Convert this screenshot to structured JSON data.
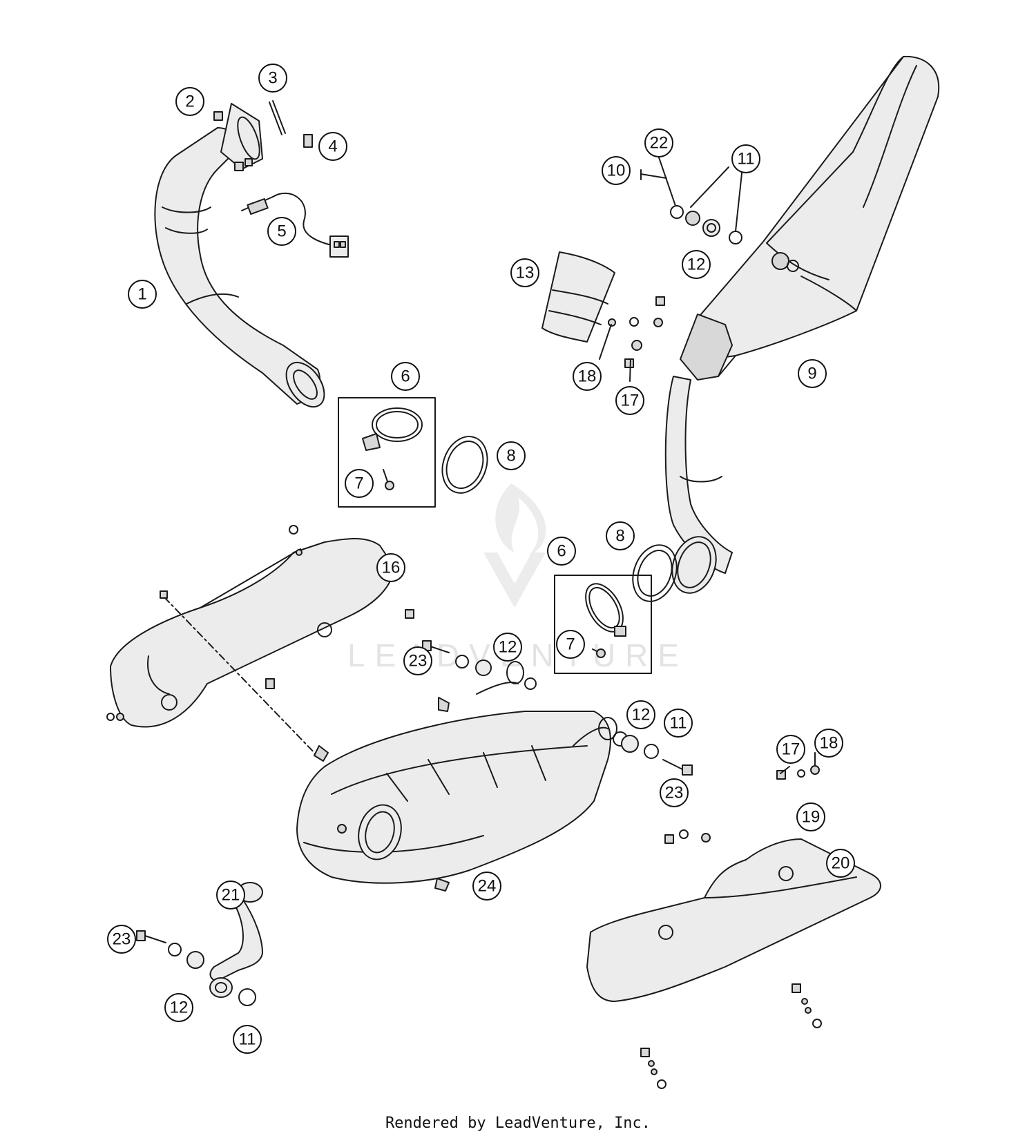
{
  "callouts": [
    {
      "id": "c1",
      "label": "1"
    },
    {
      "id": "c2",
      "label": "2"
    },
    {
      "id": "c3",
      "label": "3"
    },
    {
      "id": "c4",
      "label": "4"
    },
    {
      "id": "c5",
      "label": "5"
    },
    {
      "id": "c6a",
      "label": "6"
    },
    {
      "id": "c6b",
      "label": "6"
    },
    {
      "id": "c7a",
      "label": "7"
    },
    {
      "id": "c7b",
      "label": "7"
    },
    {
      "id": "c8a",
      "label": "8"
    },
    {
      "id": "c8b",
      "label": "8"
    },
    {
      "id": "c9",
      "label": "9"
    },
    {
      "id": "c10",
      "label": "10"
    },
    {
      "id": "c11a",
      "label": "11"
    },
    {
      "id": "c11b",
      "label": "11"
    },
    {
      "id": "c11c",
      "label": "11"
    },
    {
      "id": "c12a",
      "label": "12"
    },
    {
      "id": "c12b",
      "label": "12"
    },
    {
      "id": "c12c",
      "label": "12"
    },
    {
      "id": "c12d",
      "label": "12"
    },
    {
      "id": "c13",
      "label": "13"
    },
    {
      "id": "c16",
      "label": "16"
    },
    {
      "id": "c17a",
      "label": "17"
    },
    {
      "id": "c17b",
      "label": "17"
    },
    {
      "id": "c18a",
      "label": "18"
    },
    {
      "id": "c18b",
      "label": "18"
    },
    {
      "id": "c19",
      "label": "19"
    },
    {
      "id": "c20",
      "label": "20"
    },
    {
      "id": "c21",
      "label": "21"
    },
    {
      "id": "c22",
      "label": "22"
    },
    {
      "id": "c23a",
      "label": "23"
    },
    {
      "id": "c23b",
      "label": "23"
    },
    {
      "id": "c23c",
      "label": "23"
    },
    {
      "id": "c24",
      "label": "24"
    }
  ],
  "watermark": "LEADVENTURE",
  "footer": "Rendered by LeadVenture, Inc."
}
